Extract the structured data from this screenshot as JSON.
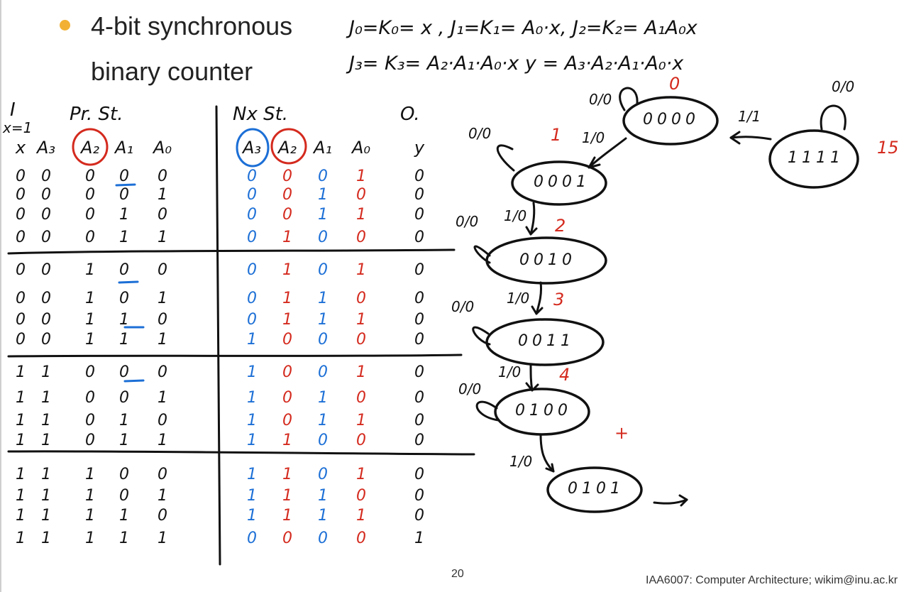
{
  "slide": {
    "bullet_title": [
      "4-bit synchronous",
      "binary counter"
    ],
    "page_number": "20",
    "footer": "IAA6007: Computer Architecture; wikim@inu.ac.kr"
  },
  "equations": {
    "line1": "J₀=K₀= x ,   J₁=K₁= A₀·x,   J₂=K₂= A₁A₀x",
    "line2": "J₃= K₃= A₂·A₁·A₀·x     y = A₃·A₂·A₁·A₀·x"
  },
  "table": {
    "input_note": [
      "I",
      "x=1"
    ],
    "present_state_header": "Pr. St.",
    "next_state_header": "Nx St.",
    "output_header": "O.",
    "columns": [
      "x",
      "A₃",
      "A₂",
      "A₁",
      "A₀",
      "A₃",
      "A₂",
      "A₁",
      "A₀",
      "y"
    ],
    "rows": [
      [
        "0",
        "0",
        "0",
        "0",
        "0",
        "0",
        "0",
        "0",
        "1",
        "0"
      ],
      [
        "0",
        "0",
        "0",
        "0",
        "1",
        "0",
        "0",
        "1",
        "0",
        "0"
      ],
      [
        "0",
        "0",
        "0",
        "1",
        "0",
        "0",
        "0",
        "1",
        "1",
        "0"
      ],
      [
        "0",
        "0",
        "0",
        "1",
        "1",
        "0",
        "1",
        "0",
        "0",
        "0"
      ],
      [
        "0",
        "0",
        "1",
        "0",
        "0",
        "0",
        "1",
        "0",
        "1",
        "0"
      ],
      [
        "0",
        "0",
        "1",
        "0",
        "1",
        "0",
        "1",
        "1",
        "0",
        "0"
      ],
      [
        "0",
        "0",
        "1",
        "1",
        "0",
        "0",
        "1",
        "1",
        "1",
        "0"
      ],
      [
        "0",
        "0",
        "1",
        "1",
        "1",
        "1",
        "0",
        "0",
        "0",
        "0"
      ],
      [
        "1",
        "1",
        "0",
        "0",
        "0",
        "1",
        "0",
        "0",
        "1",
        "0"
      ],
      [
        "1",
        "1",
        "0",
        "0",
        "1",
        "1",
        "0",
        "1",
        "0",
        "0"
      ],
      [
        "1",
        "1",
        "0",
        "1",
        "0",
        "1",
        "0",
        "1",
        "1",
        "0"
      ],
      [
        "1",
        "1",
        "0",
        "1",
        "1",
        "1",
        "1",
        "0",
        "0",
        "0"
      ],
      [
        "1",
        "1",
        "1",
        "0",
        "0",
        "1",
        "1",
        "0",
        "1",
        "0"
      ],
      [
        "1",
        "1",
        "1",
        "0",
        "1",
        "1",
        "1",
        "1",
        "0",
        "0"
      ],
      [
        "1",
        "1",
        "1",
        "1",
        "0",
        "1",
        "1",
        "1",
        "1",
        "0"
      ],
      [
        "1",
        "1",
        "1",
        "1",
        "1",
        "0",
        "0",
        "0",
        "0",
        "1"
      ]
    ]
  },
  "state_diagram": {
    "states": [
      {
        "label": "0000",
        "index": "0"
      },
      {
        "label": "0001",
        "index": "1"
      },
      {
        "label": "0010",
        "index": "2"
      },
      {
        "label": "0011",
        "index": "3"
      },
      {
        "label": "0100",
        "index": "4"
      },
      {
        "label": "0101",
        "index": "+"
      },
      {
        "label": "1111",
        "index": "15"
      }
    ],
    "self_loop_label": "0/0",
    "transition_label": "1/0",
    "wrap_label": "1/1"
  },
  "colors": {
    "ink": "#111111",
    "blue_ink": "#1c6fd6",
    "red_ink": "#d42a1e",
    "bullet": "#f2b134"
  }
}
